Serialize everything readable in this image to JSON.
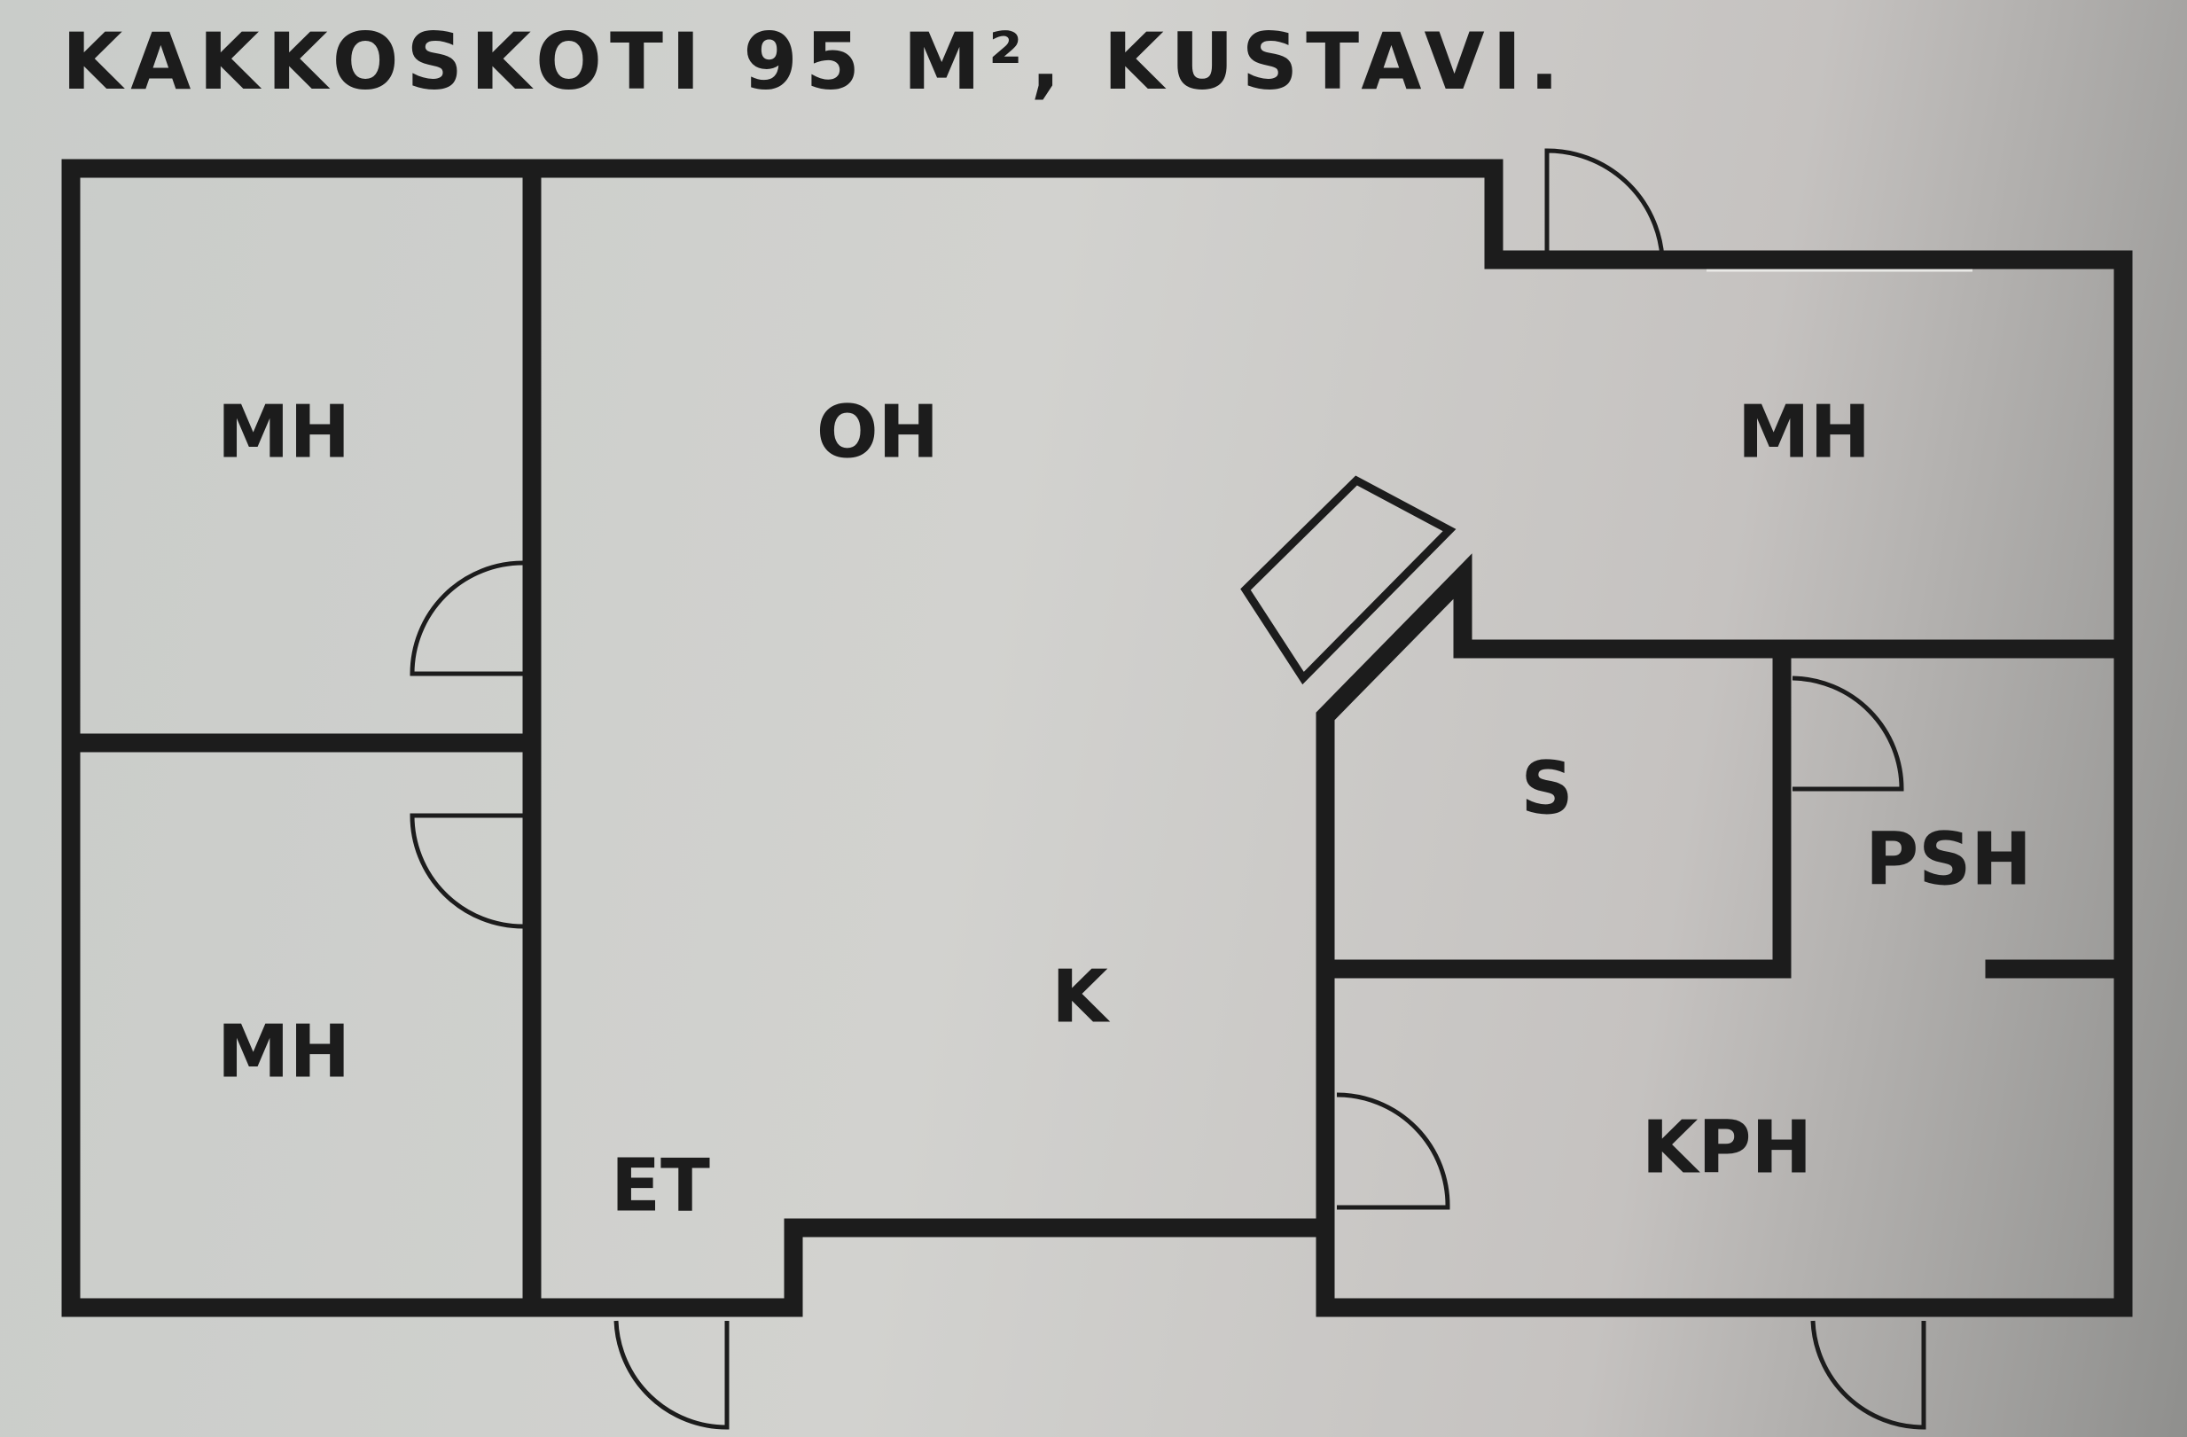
{
  "title": "KAKKOSKOTI 95 M², KUSTAVI.",
  "rooms": {
    "mh_left_top": "MH",
    "mh_left_bottom": "MH",
    "oh": "OH",
    "mh_right": "MH",
    "s": "S",
    "psh": "PSH",
    "k": "K",
    "kph": "KPH",
    "et": "ET"
  },
  "colors": {
    "wall": "#1c1c1c",
    "window": "#e9e9e6"
  }
}
